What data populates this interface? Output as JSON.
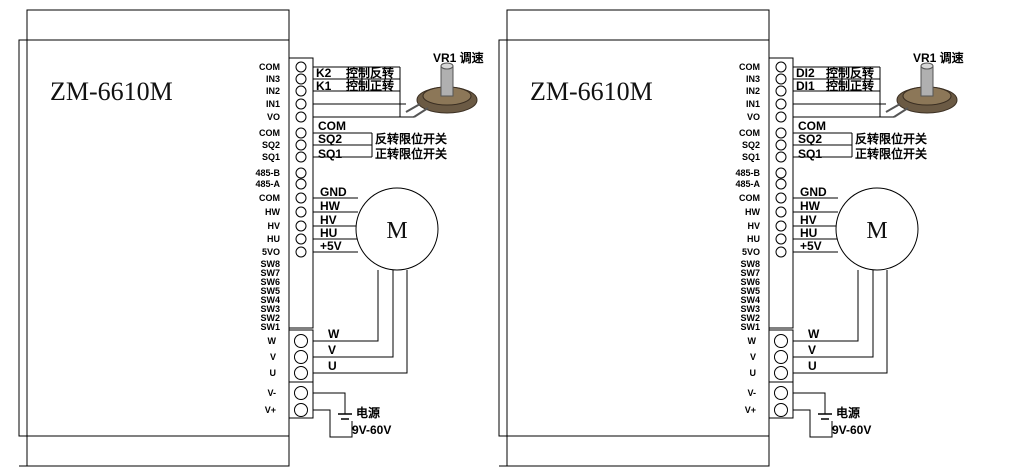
{
  "panels": [
    {
      "model": "ZM-6610M",
      "top_pins": [
        "COM",
        "IN3",
        "IN2",
        "IN1",
        "VO",
        "COM",
        "SQ2",
        "SQ1",
        "485-B",
        "485-A",
        "COM",
        "HW",
        "HV",
        "HU",
        "5VO",
        "SW8",
        "SW7",
        "SW6",
        "SW5",
        "SW4",
        "SW3",
        "SW2",
        "SW1"
      ],
      "bottom_pins": [
        "W",
        "V",
        "U",
        "V-",
        "V+"
      ],
      "inputs": [
        {
          "switch": "K2",
          "label": "控制反转"
        },
        {
          "switch": "K1",
          "label": "控制正转"
        }
      ],
      "pot_label": "VR1 调速",
      "com_label": "COM",
      "limits": [
        {
          "switch": "SQ2",
          "label": "反转限位开关"
        },
        {
          "switch": "SQ1",
          "label": "正转限位开关"
        }
      ],
      "hall": [
        "GND",
        "HW",
        "HV",
        "HU",
        "+5V"
      ],
      "motor": "M",
      "phases": [
        "W",
        "V",
        "U"
      ],
      "power_label": "电源",
      "power_range": "9V-60V"
    },
    {
      "model": "ZM-6610M",
      "top_pins": [
        "COM",
        "IN3",
        "IN2",
        "IN1",
        "VO",
        "COM",
        "SQ2",
        "SQ1",
        "485-B",
        "485-A",
        "COM",
        "HW",
        "HV",
        "HU",
        "5VO",
        "SW8",
        "SW7",
        "SW6",
        "SW5",
        "SW4",
        "SW3",
        "SW2",
        "SW1"
      ],
      "bottom_pins": [
        "W",
        "V",
        "U",
        "V-",
        "V+"
      ],
      "inputs": [
        {
          "switch": "DI2",
          "label": "控制反转"
        },
        {
          "switch": "DI1",
          "label": "控制正转"
        }
      ],
      "pot_label": "VR1 调速",
      "com_label": "COM",
      "limits": [
        {
          "switch": "SQ2",
          "label": "反转限位开关"
        },
        {
          "switch": "SQ1",
          "label": "正转限位开关"
        }
      ],
      "hall": [
        "GND",
        "HW",
        "HV",
        "HU",
        "+5V"
      ],
      "motor": "M",
      "phases": [
        "W",
        "V",
        "U"
      ],
      "power_label": "电源",
      "power_range": "9V-60V"
    }
  ]
}
